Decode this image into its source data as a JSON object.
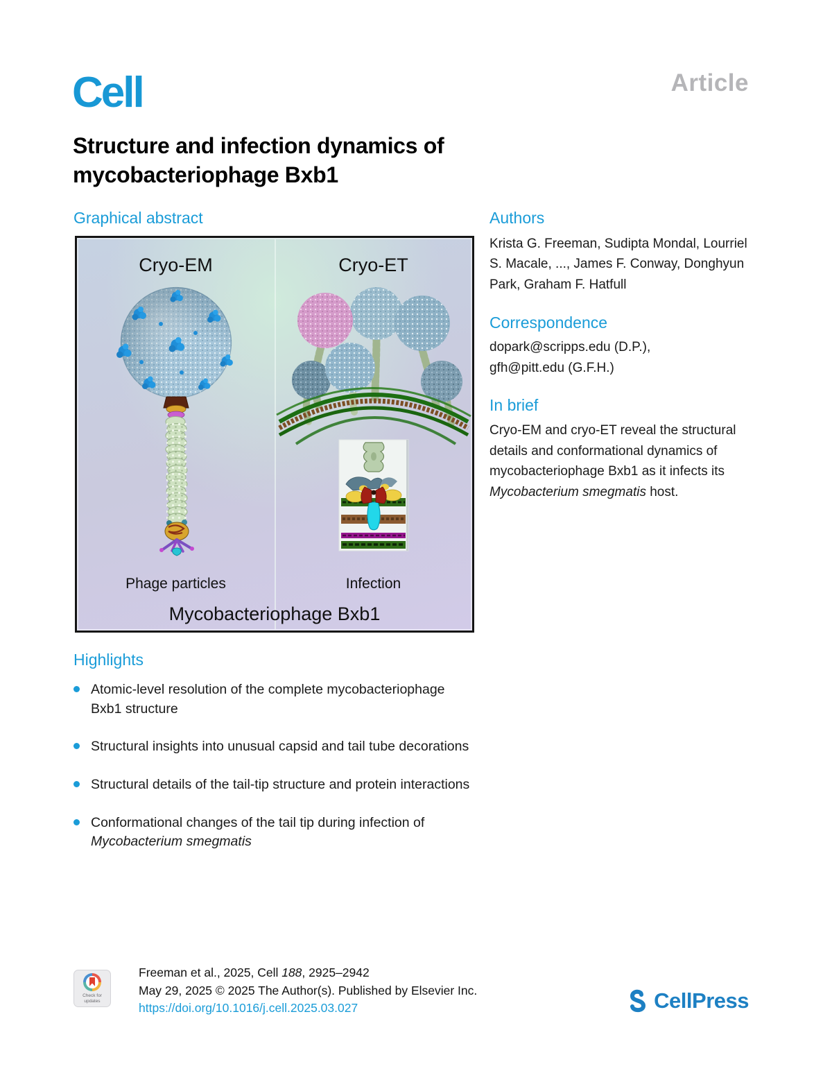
{
  "header": {
    "journal_logo": "Cell",
    "article_type": "Article"
  },
  "title": "Structure and infection dynamics of mycobacteriophage Bxb1",
  "graphical_abstract": {
    "heading": "Graphical abstract",
    "left_panel_title": "Cryo-EM",
    "right_panel_title": "Cryo-ET",
    "left_caption": "Phage particles",
    "right_caption": "Infection",
    "main_caption": "Mycobacteriophage Bxb1"
  },
  "authors": {
    "heading": "Authors",
    "names": "Krista G. Freeman, Sudipta Mondal, Lourriel S. Macale, ..., James F. Conway, Donghyun Park, Graham F. Hatfull"
  },
  "correspondence": {
    "heading": "Correspondence",
    "line1": "dopark@scripps.edu (D.P.),",
    "line2": "gfh@pitt.edu (G.F.H.)"
  },
  "in_brief": {
    "heading": "In brief",
    "text_before": "Cryo-EM and cryo-ET reveal the structural details and conformational dynamics of mycobacteriophage Bxb1 as it infects its ",
    "italic": "Mycobacterium smegmatis",
    "text_after": " host."
  },
  "highlights": {
    "heading": "Highlights",
    "items": [
      {
        "text": "Atomic-level resolution of the complete mycobacteriophage Bxb1 structure",
        "italic": ""
      },
      {
        "text": "Structural insights into unusual capsid and tail tube decorations",
        "italic": ""
      },
      {
        "text": "Structural details of the tail-tip structure and protein interactions",
        "italic": ""
      },
      {
        "text": "Conformational changes of the tail tip during infection of ",
        "italic": "Mycobacterium smegmatis"
      }
    ]
  },
  "footer": {
    "badge_label": "Check for updates",
    "citation_prefix": "Freeman et al., 2025, Cell ",
    "citation_volume": "188",
    "citation_pages": ", 2925–2942",
    "publication_line": "May 29, 2025 © 2025 The Author(s). Published by Elsevier Inc.",
    "doi": "https://doi.org/10.1016/j.cell.2025.03.027",
    "publisher": "CellPress"
  },
  "colors": {
    "brand_blue": "#1a9cd8",
    "cell_logo_blue": "#1898d5",
    "cellpress_blue": "#1d80c3",
    "article_gray": "#b5b5b8"
  }
}
